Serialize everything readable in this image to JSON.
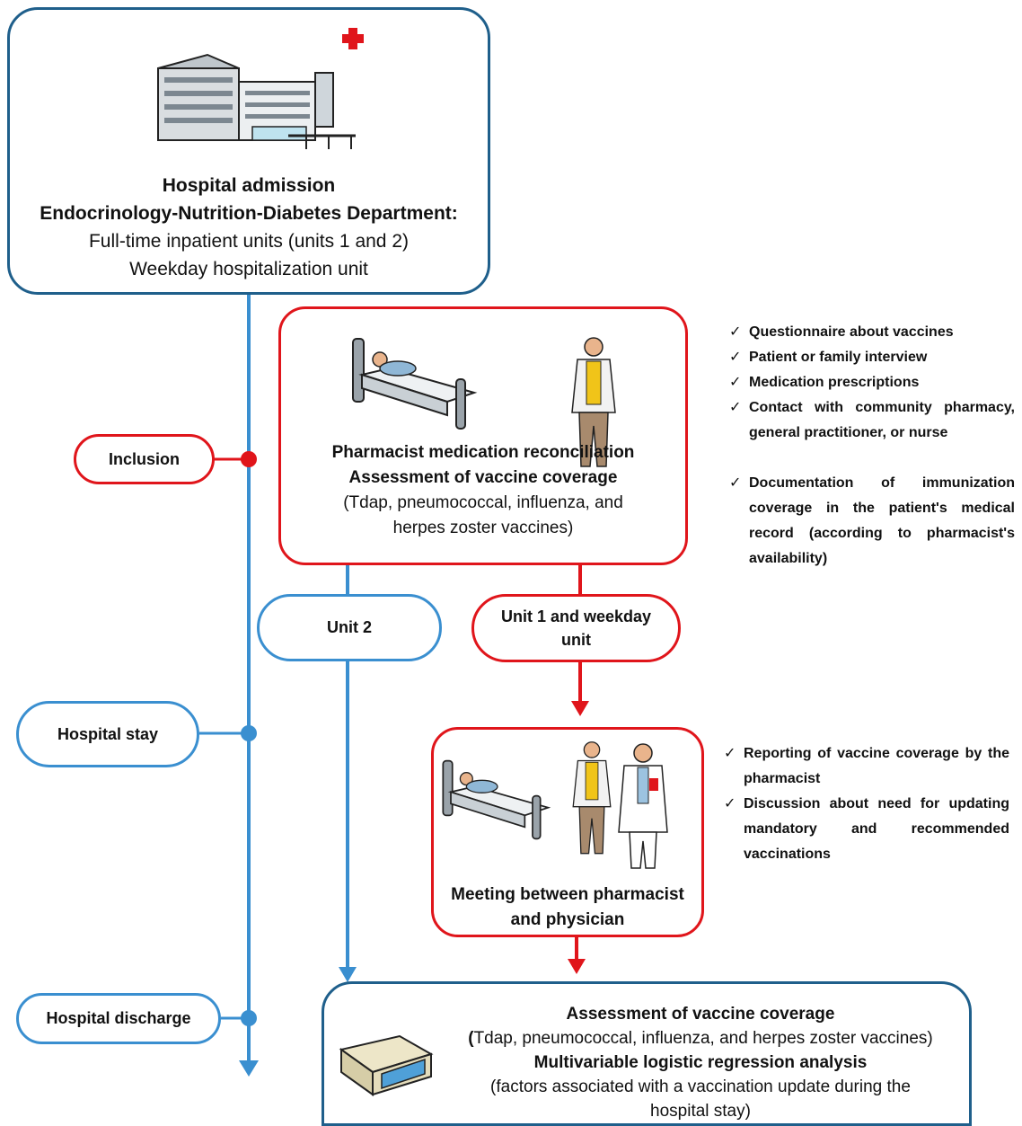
{
  "admission": {
    "line1": "Hospital admission",
    "line2": "Endocrinology-Nutrition-Diabetes Department:",
    "line3": "Full-time inpatient units (units 1 and 2)",
    "line4": "Weekday hospitalization unit"
  },
  "reconciliation": {
    "line1": "Pharmacist medication reconciliation",
    "line2": "Assessment of vaccine coverage",
    "line3": "(Tdap, pneumococcal, influenza, and",
    "line4": "herpes zoster vaccines)"
  },
  "checklist1": [
    "Questionnaire about vaccines",
    "Patient or family interview",
    "Medication prescriptions",
    "Contact with community pharmacy, general practitioner, or nurse",
    "Documentation of immunization coverage in the patient's medical record (according to pharmacist's availability)"
  ],
  "timeline": {
    "inclusion": "Inclusion",
    "stay": "Hospital stay",
    "discharge": "Hospital discharge"
  },
  "branches": {
    "unit2": "Unit 2",
    "unit1": "Unit 1 and weekday unit"
  },
  "meeting": {
    "line1": "Meeting between pharmacist",
    "line2": "and physician"
  },
  "checklist2": [
    "Reporting of vaccine coverage by the pharmacist",
    "Discussion about need for updating mandatory and recommended vaccinations"
  ],
  "final": {
    "line1": "Assessment of vaccine coverage",
    "line2_bold": "(",
    "line2_rest": "Tdap, pneumococcal, influenza, and herpes zoster vaccines)",
    "line3": "Multivariable logistic regression analysis",
    "line4": "(factors associated with a vaccination update during the",
    "line5": "hospital stay)"
  },
  "colors": {
    "red": "#e0151b",
    "blue": "#3a8fd0",
    "dark_blue": "#1f5f8b"
  },
  "icons": [
    "hospital-building-icon",
    "red-cross-icon",
    "hospital-bed-icon",
    "pharmacist-icon",
    "physician-icon",
    "computer-icon"
  ]
}
